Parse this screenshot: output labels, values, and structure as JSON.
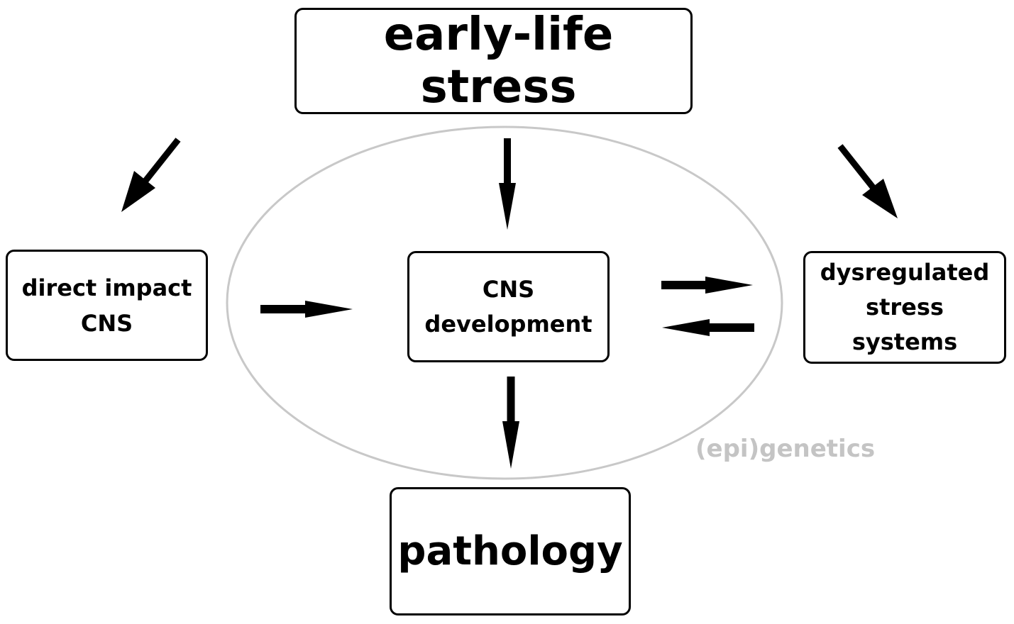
{
  "nodes": {
    "early_life_stress": "early-life stress",
    "direct_impact": "direct impact\nCNS",
    "cns_development": "CNS\ndevelopment",
    "dysregulated": "dysregulated\nstress\nsystems",
    "pathology": "pathology"
  },
  "ellipse_label": "(epi)genetics",
  "colors": {
    "border": "#000000",
    "arrow": "#000000",
    "ellipse": "#c8c8c8",
    "ellipse_label": "#c4c4c4"
  }
}
